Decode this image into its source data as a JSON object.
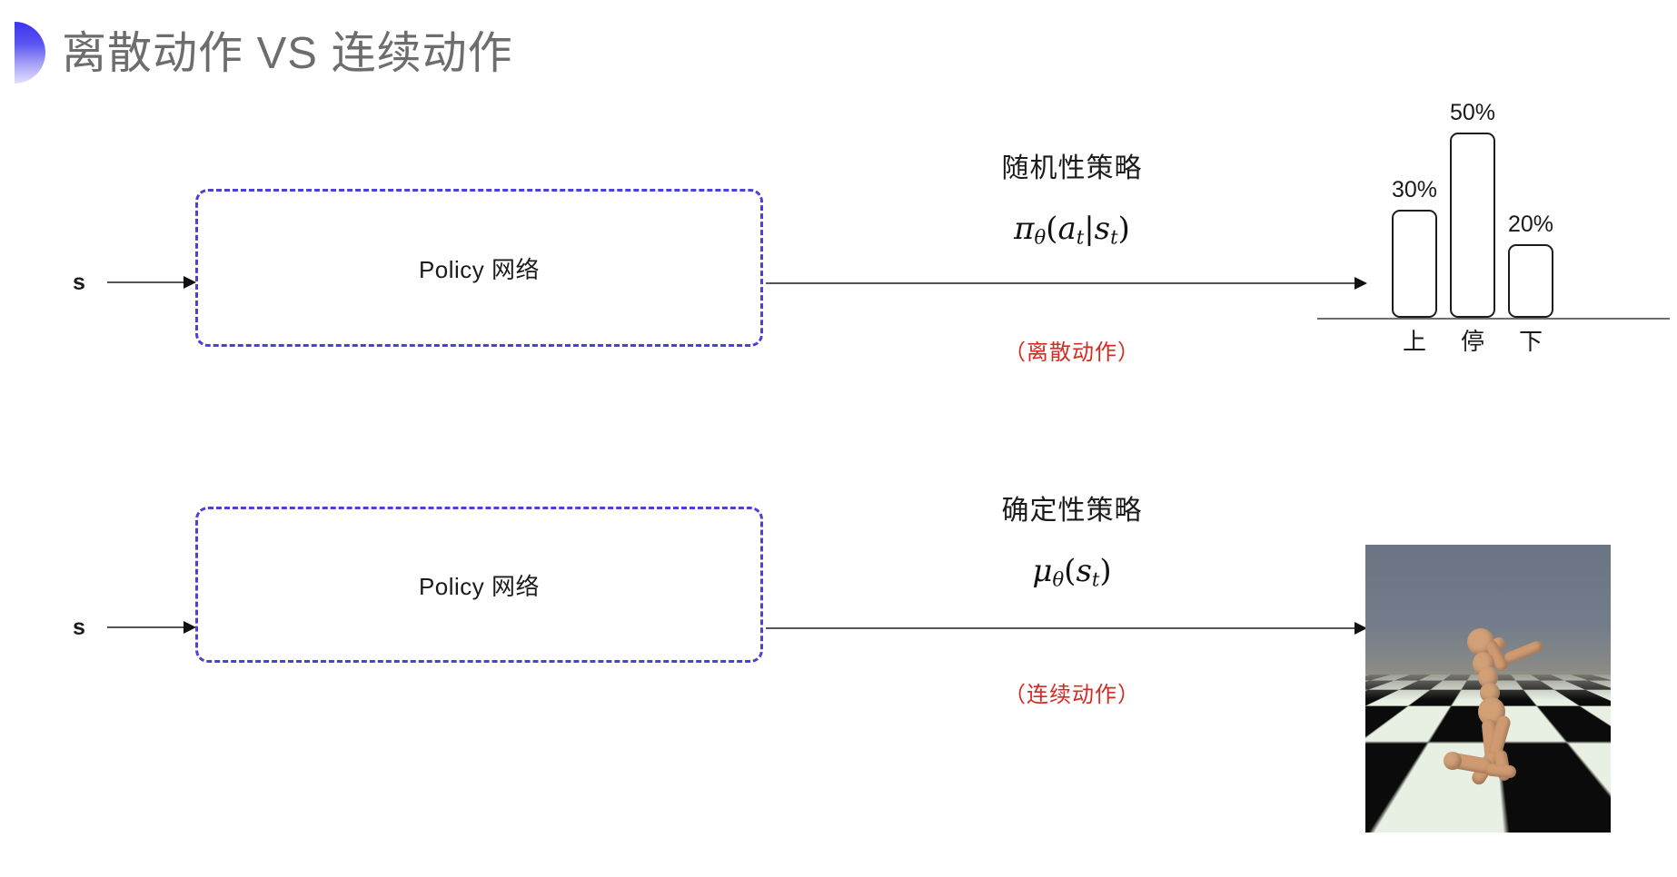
{
  "slide": {
    "title": "离散动作 VS 连续动作",
    "accent_color": "#3b34ef",
    "title_color": "#6d6d6d"
  },
  "rows": [
    {
      "id": "discrete",
      "input_label": "s",
      "policy_box_label": "Policy 网络",
      "policy_box_color": "#4a42d8",
      "annotation_title": "随机性策略",
      "annotation_formula": "π",
      "annotation_formula_sub1": "θ",
      "annotation_formula_open": "(",
      "annotation_formula_a": "a",
      "annotation_formula_a_sub": "t",
      "annotation_formula_bar": "|",
      "annotation_formula_s": "s",
      "annotation_formula_s_sub": "t",
      "annotation_formula_close": ")",
      "annotation_note": "（离散动作）",
      "annotation_note_color": "#d52b22"
    },
    {
      "id": "continuous",
      "input_label": "s",
      "policy_box_label": "Policy 网络",
      "policy_box_color": "#4a42d8",
      "annotation_title": "确定性策略",
      "annotation_formula": "μ",
      "annotation_formula_sub1": "θ",
      "annotation_formula_open": "(",
      "annotation_formula_s": "s",
      "annotation_formula_s_sub": "t",
      "annotation_formula_close": ")",
      "annotation_note": "（连续动作）",
      "annotation_note_color": "#d52b22"
    }
  ],
  "chart_data": {
    "type": "bar",
    "title": "",
    "xlabel": "",
    "ylabel": "",
    "categories": [
      "上",
      "停",
      "下"
    ],
    "values": [
      30,
      50,
      20
    ],
    "value_labels": [
      "30%",
      "50%",
      "20%"
    ],
    "ylim": [
      0,
      60
    ],
    "grid": false,
    "legend": null,
    "bar_style": {
      "fill": "#ffffff",
      "stroke": "#1c1c1c",
      "rounded": true
    },
    "axis_color": "#6e6e6e"
  },
  "humanoid": {
    "caption": "",
    "sky_color": "#6a7483",
    "floor_light": "#e8efe3",
    "floor_dark": "#0b0b0b",
    "body_color": "#cf9a71"
  }
}
